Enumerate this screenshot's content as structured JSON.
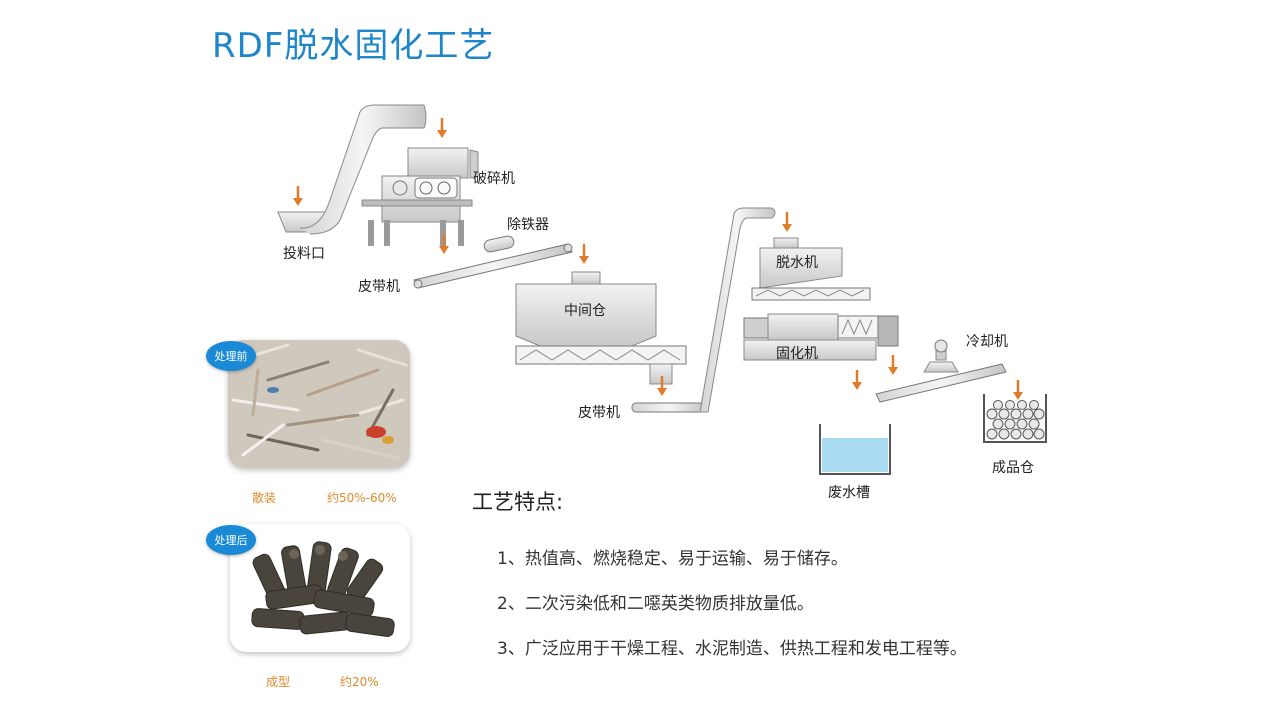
{
  "title": "RDF脱水固化工艺",
  "labels": {
    "feed_inlet": "投料口",
    "crusher": "破碎机",
    "iron_remover": "除铁器",
    "belt1": "皮带机",
    "buffer_bin": "中间仓",
    "belt2": "皮带机",
    "dewatering": "脱水机",
    "solidifying": "固化机",
    "cooler": "冷却机",
    "waste_tank": "废水槽",
    "product_bin": "成品仓"
  },
  "before": {
    "badge": "处理前",
    "form": "散装",
    "ratio": "约50%-60%"
  },
  "after": {
    "badge": "处理后",
    "form": "成型",
    "ratio": "约20%"
  },
  "features": {
    "title": "工艺特点:",
    "items": [
      "1、热值高、燃烧稳定、易于运输、易于储存。",
      "2、二次污染低和二噁英类物质排放量低。",
      "3、广泛应用于干燥工程、水泥制造、供热工程和发电工程等。"
    ]
  },
  "colors": {
    "title": "#1f86c9",
    "arrow": "#e07b2a",
    "badge": "#1a8ad6",
    "caption": "#e08a2e",
    "water": "#a9dbf3"
  }
}
